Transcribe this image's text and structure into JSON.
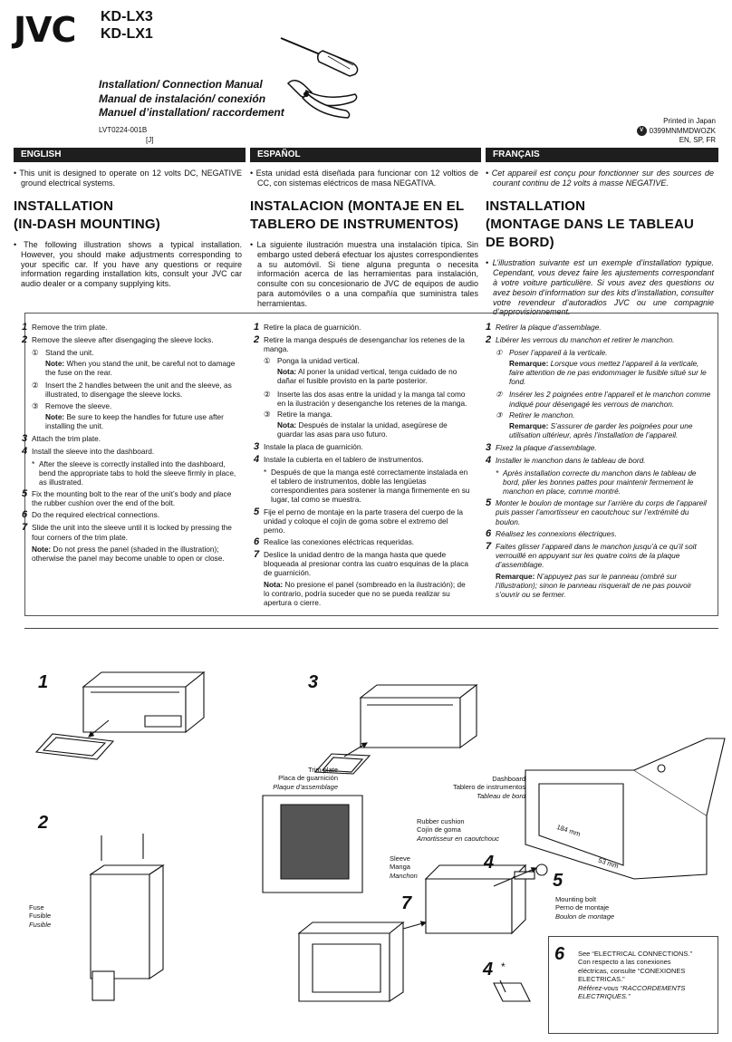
{
  "header": {
    "brand": "JVC",
    "models": [
      "KD-LX3",
      "KD-LX1"
    ],
    "titles": [
      "Installation/ Connection Manual",
      "Manual de instalación/ conexión",
      "Manuel d’installation/ raccordement"
    ],
    "doc_number": "LVT0224-001B",
    "doc_suffix": "[J]",
    "printed_in": "Printed in Japan",
    "print_code": "0399MNMMDWOZK",
    "languages_code": "EN, SP, FR",
    "badge": "V"
  },
  "english": {
    "lang": "ENGLISH",
    "intro": "• This unit is designed to operate on 12 volts DC, NEGATIVE ground electrical systems.",
    "heading1": "INSTALLATION",
    "heading2": "(IN-DASH MOUNTING)",
    "desc": "• The following illustration shows a typical installation. However, you should make adjustments corresponding to your specific car. If you have any questions or require information regarding installation kits, consult your JVC car audio dealer or a company supplying kits.",
    "s1": "Remove the trim plate.",
    "s2": "Remove the sleeve after disengaging the sleeve locks.",
    "s2a": "Stand the unit.",
    "s2a_note_label": "Note:",
    "s2a_note": " When you stand the unit, be careful not to damage the fuse on the rear.",
    "s2b": "Insert the 2 handles between the unit and the sleeve, as illustrated, to disengage the sleeve locks.",
    "s2c": "Remove the sleeve.",
    "s2c_note_label": "Note:",
    "s2c_note": " Be sure to keep the handles for future use after installing the unit.",
    "s3": "Attach the trim plate.",
    "s4": "Install the sleeve into the dashboard.",
    "s4_star": "After the sleeve is correctly installed into the dashboard, bend the appropriate tabs to hold the sleeve firmly in place, as illustrated.",
    "s5": "Fix the mounting bolt to the rear of the unit’s body and place the rubber cushion over the end of the bolt.",
    "s6": "Do the required electrical connections.",
    "s7": "Slide the unit into the sleeve until it is locked by pressing the four corners of the trim plate.",
    "final_note_label": "Note:",
    "final_note": " Do not press the panel (shaded in the illustration); otherwise the panel may become unable to open or close."
  },
  "spanish": {
    "lang": "ESPAÑOL",
    "intro": "• Esta unidad está diseñada para funcionar con 12 voltios de CC, con sistemas eléctricos de masa NEGATIVA.",
    "heading1": "INSTALACION (MONTAJE EN EL",
    "heading2": "TABLERO DE INSTRUMENTOS)",
    "desc": "• La siguiente ilustración muestra una instalación típica. Sin embargo usted deberá efectuar los ajustes correspondientes a su automóvil. Si tiene alguna pregunta o necesita información acerca de las herramientas para instalación, consulte con su concesionario de JVC de equipos de audio para automóviles o a una compañía que suministra tales herramientas.",
    "s1": "Retire la placa de guarnición.",
    "s2": "Retire la manga después de desenganchar los retenes de la manga.",
    "s2a": "Ponga la unidad vertical.",
    "s2a_note_label": "Nota:",
    "s2a_note": " Al poner la unidad vertical, tenga cuidado de no dañar el fusible provisto en la parte posterior.",
    "s2b": "Inserte las dos asas entre la unidad y la manga tal como en la ilustración y desenganche los retenes de la manga.",
    "s2c": "Retire la manga.",
    "s2c_note_label": "Nota:",
    "s2c_note": " Después de instalar la unidad, asegúrese de guardar las asas para uso futuro.",
    "s3": "Instale la placa de guarnición.",
    "s4": "Instale la cubierta en el tablero de instrumentos.",
    "s4_star": "Después de que la manga esté correctamente instalada en el tablero de instrumentos, doble las lengüetas correspondientes para sostener la manga firmemente en su lugar, tal como se muestra.",
    "s5": "Fije el perno de montaje en la parte trasera del cuerpo de la unidad y coloque el cojín de goma sobre el extremo del perno.",
    "s6": "Realice las conexiones eléctricas requeridas.",
    "s7": "Deslice la unidad dentro de la manga hasta que quede bloqueada al presionar contra las cuatro esquinas de la placa de guarnición.",
    "final_note_label": "Nota:",
    "final_note": " No presione el panel (sombreado en la ilustración); de lo contrario, podría suceder que no se pueda realizar su apertura o cierre."
  },
  "french": {
    "lang": "FRANÇAIS",
    "intro": "• Cet appareil est conçu pour fonctionner sur des sources de courant continu de 12 volts à masse NEGATIVE.",
    "heading1": "INSTALLATION",
    "heading2": "(MONTAGE DANS LE TABLEAU DE BORD)",
    "desc": "• L’illustration suivante est un exemple d’installation typique. Cependant, vous devez faire les ajustements correspondant à votre voiture particulière. Si vous avez des questions ou avez besoin d’information sur des kits d’installation, consulter votre revendeur d’autoradios JVC ou une compagnie d’approvisionnement.",
    "s1": "Retirer la plaque d’assemblage.",
    "s2": "Libérer les verrous du manchon et retirer le manchon.",
    "s2a": "Poser l’appareil à la verticale.",
    "s2a_note_label": "Remarque:",
    "s2a_note": " Lorsque vous mettez l’appareil à la verticale, faire attention de ne pas endommager le fusible situé sur le fond.",
    "s2b": "Insérer les 2 poignées entre l’appareil et le manchon comme indiqué pour désengagé les verrous de manchon.",
    "s2c": "Retirer le manchon.",
    "s2c_note_label": "Remarque:",
    "s2c_note": " S’assurer de garder les poignées pour une utilisation ultérieur, après l’installation de l’appareil.",
    "s3": "Fixez la plaque d’assemblage.",
    "s4": "Installer le manchon dans le tableau de bord.",
    "s4_star": "Après installation correcte du manchon dans le tableau de bord, plier les bonnes pattes pour maintenir fermement le manchon en place, comme montré.",
    "s5": "Monter le boulon de montage sur l’arrière du corps de l’appareil puis passer l’amortisseur en caoutchouc sur l’extrémité du boulon.",
    "s6": "Réalisez les connexions électriques.",
    "s7": "Faites glisser l’appareil dans le manchon jusqu’à ce qu’il soit verrouillé en appuyant sur les quatre coins de la plaque d’assemblage.",
    "final_note_label": "Remarque:",
    "final_note": " N’appuyez pas sur le panneau (ombré sur l’illustration); sinon le panneau risquerait de ne pas pouvoir s’ouvrir ou se fermer."
  },
  "marks": {
    "n1": "1",
    "n2": "2",
    "n3": "3",
    "n4": "4",
    "n5": "5",
    "n6": "6",
    "n7": "7",
    "c1": "①",
    "c2": "②",
    "c3": "③",
    "star": "*"
  },
  "figures": {
    "fuse": [
      "Fuse",
      "Fusible",
      "Fusible"
    ],
    "trim": [
      "Trim plate",
      "Placa de guarnición",
      "Plaque d’assemblage"
    ],
    "dashboard": [
      "Dashboard",
      "Tablero de instrumentos",
      "Tableau de bord"
    ],
    "rubber": [
      "Rubber cushion",
      "Cojín de goma",
      "Amortisseur en caoutchouc"
    ],
    "sleeve": [
      "Sleeve",
      "Manga",
      "Manchon"
    ],
    "bolt": [
      "Mounting bolt",
      "Perno de montaje",
      "Boulon de montage"
    ],
    "dim1": "184 mm",
    "dim2": "53 mm",
    "see": [
      "See “ELECTRICAL CONNECTIONS.”",
      "Con respecto a las conexiones",
      "eléctricas, consulte “CONEXIONES",
      "ELECTRICAS.”",
      "Référez-vous “RACCORDEMENTS",
      "ELECTRIQUES.”"
    ]
  }
}
